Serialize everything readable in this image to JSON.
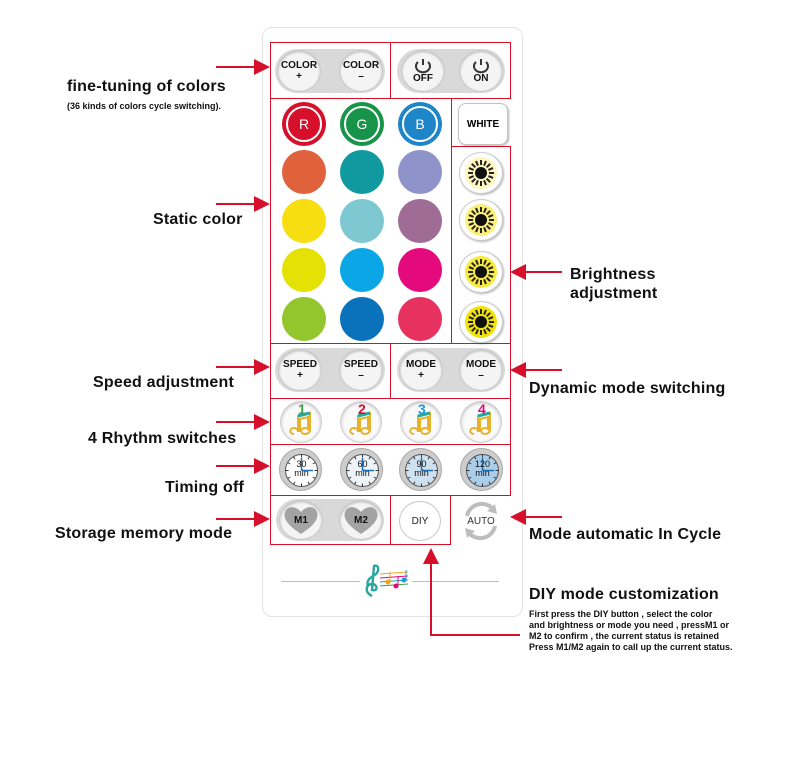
{
  "remote": {
    "color_plus": {
      "title": "COLOR",
      "sign": "+"
    },
    "color_minus": {
      "title": "COLOR",
      "sign": "–"
    },
    "off": "OFF",
    "on": "ON",
    "r": "R",
    "g": "G",
    "b": "B",
    "white": "WHITE",
    "speed_plus": {
      "title": "SPEED",
      "sign": "+"
    },
    "speed_minus": {
      "title": "SPEED",
      "sign": "–"
    },
    "mode_plus": {
      "title": "MODE",
      "sign": "+"
    },
    "mode_minus": {
      "title": "MODE",
      "sign": "–"
    },
    "rhythms": [
      "1",
      "2",
      "3",
      "4"
    ],
    "rhythm_colors": [
      "#3aa047",
      "#d6102a",
      "#1e9ad6",
      "#d6107a"
    ],
    "timers": [
      {
        "value": "30",
        "unit": "min"
      },
      {
        "value": "60",
        "unit": "min"
      },
      {
        "value": "90",
        "unit": "min"
      },
      {
        "value": "120",
        "unit": "min"
      }
    ],
    "m1": "M1",
    "m2": "M2",
    "diy": "DIY",
    "auto": "AUTO",
    "static_colors": [
      [
        "#e0623c",
        "#109aa0",
        "#8e93c9"
      ],
      [
        "#f7de10",
        "#7ec8d2",
        "#9e6c95"
      ],
      [
        "#e4e205",
        "#0aa6e6",
        "#e5097e"
      ],
      [
        "#93c52d",
        "#0a72bb",
        "#e7325f"
      ]
    ]
  },
  "annotations": {
    "fine_tuning_title": "fine-tuning of colors",
    "fine_tuning_sub": "(36 kinds of colors cycle switching).",
    "static_color": "Static color",
    "brightness_line1": "Brightness",
    "brightness_line2": "adjustment",
    "speed": "Speed adjustment",
    "dynamic_mode": "Dynamic mode switching",
    "rhythm": "4 Rhythm switches",
    "timing": "Timing off",
    "storage": "Storage memory mode",
    "auto_cycle": "Mode automatic  In  Cycle",
    "diy_title": "DIY mode customization",
    "diy_lines": [
      "First press the DIY button , select  the color",
      "and brightness or mode you need , pressM1 or",
      "M2 to confirm , the current status is retained",
      "Press M1/M2 again to call up the current status."
    ]
  },
  "colors": {
    "accent": "#d6102a"
  }
}
